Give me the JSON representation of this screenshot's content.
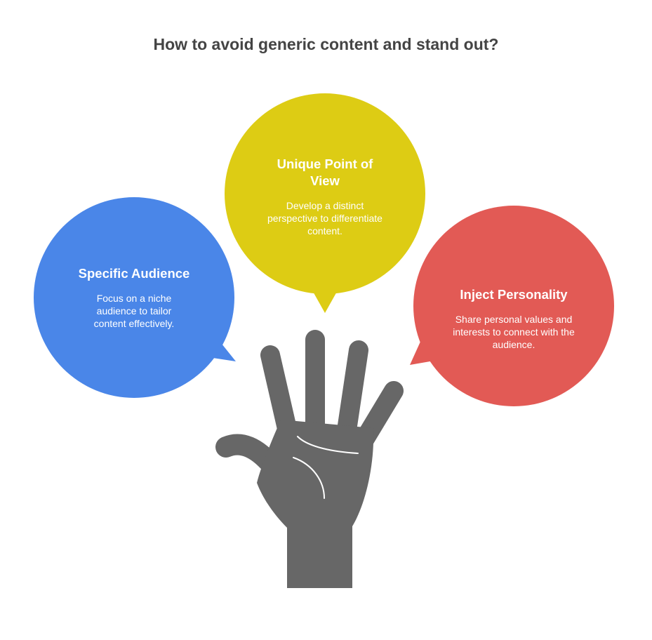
{
  "title": "How to avoid generic content and stand out?",
  "colors": {
    "blue": "#4A86E8",
    "yellow": "#DDCC14",
    "red": "#E25A55",
    "hand": "#676767",
    "title": "#444444"
  },
  "icons": [
    "raised-hand-icon"
  ],
  "bubbles": [
    {
      "title": "Specific Audience",
      "description": "Focus on a niche audience to tailor content effectively."
    },
    {
      "title": "Unique Point of View",
      "description": "Develop a distinct perspective to differentiate content."
    },
    {
      "title": "Inject Personality",
      "description": "Share personal values and interests to connect with the audience."
    }
  ]
}
